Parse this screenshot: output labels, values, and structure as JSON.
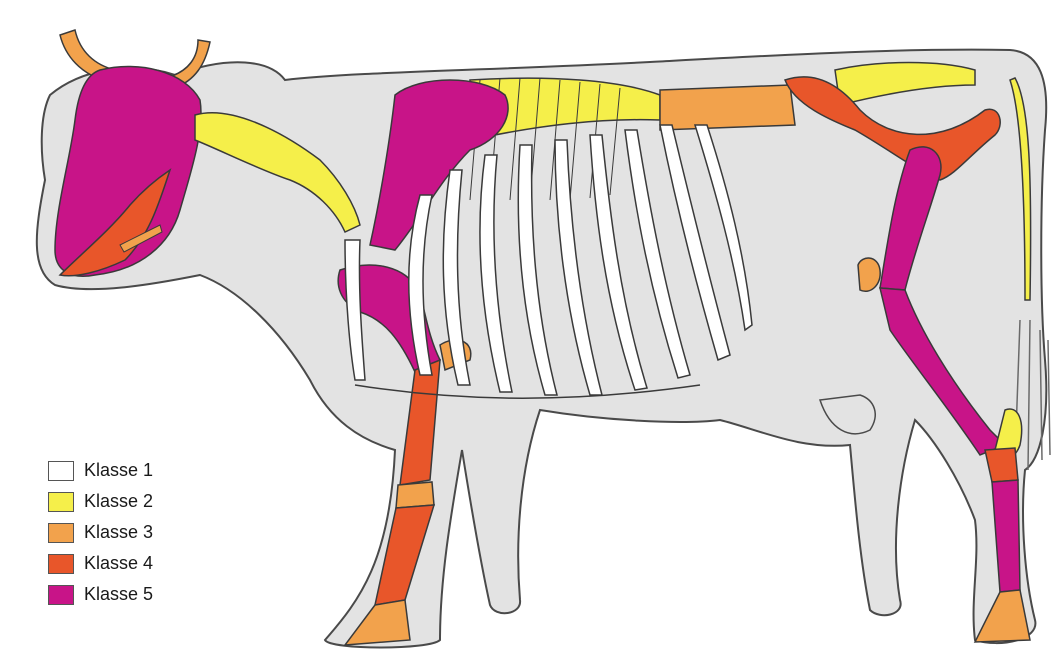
{
  "colors": {
    "body_fill": "#e3e3e3",
    "outline": "#4a4a4a",
    "bone_stroke": "#3a3a3a",
    "klasse1": "#ffffff",
    "klasse2": "#f5ef4a",
    "klasse3": "#f2a24c",
    "klasse4": "#e8562a",
    "klasse5": "#c81488"
  },
  "legend": [
    {
      "label": "Klasse 1",
      "color": "#ffffff"
    },
    {
      "label": "Klasse 2",
      "color": "#f5ef4a"
    },
    {
      "label": "Klasse 3",
      "color": "#f2a24c"
    },
    {
      "label": "Klasse 4",
      "color": "#e8562a"
    },
    {
      "label": "Klasse 5",
      "color": "#c81488"
    }
  ]
}
